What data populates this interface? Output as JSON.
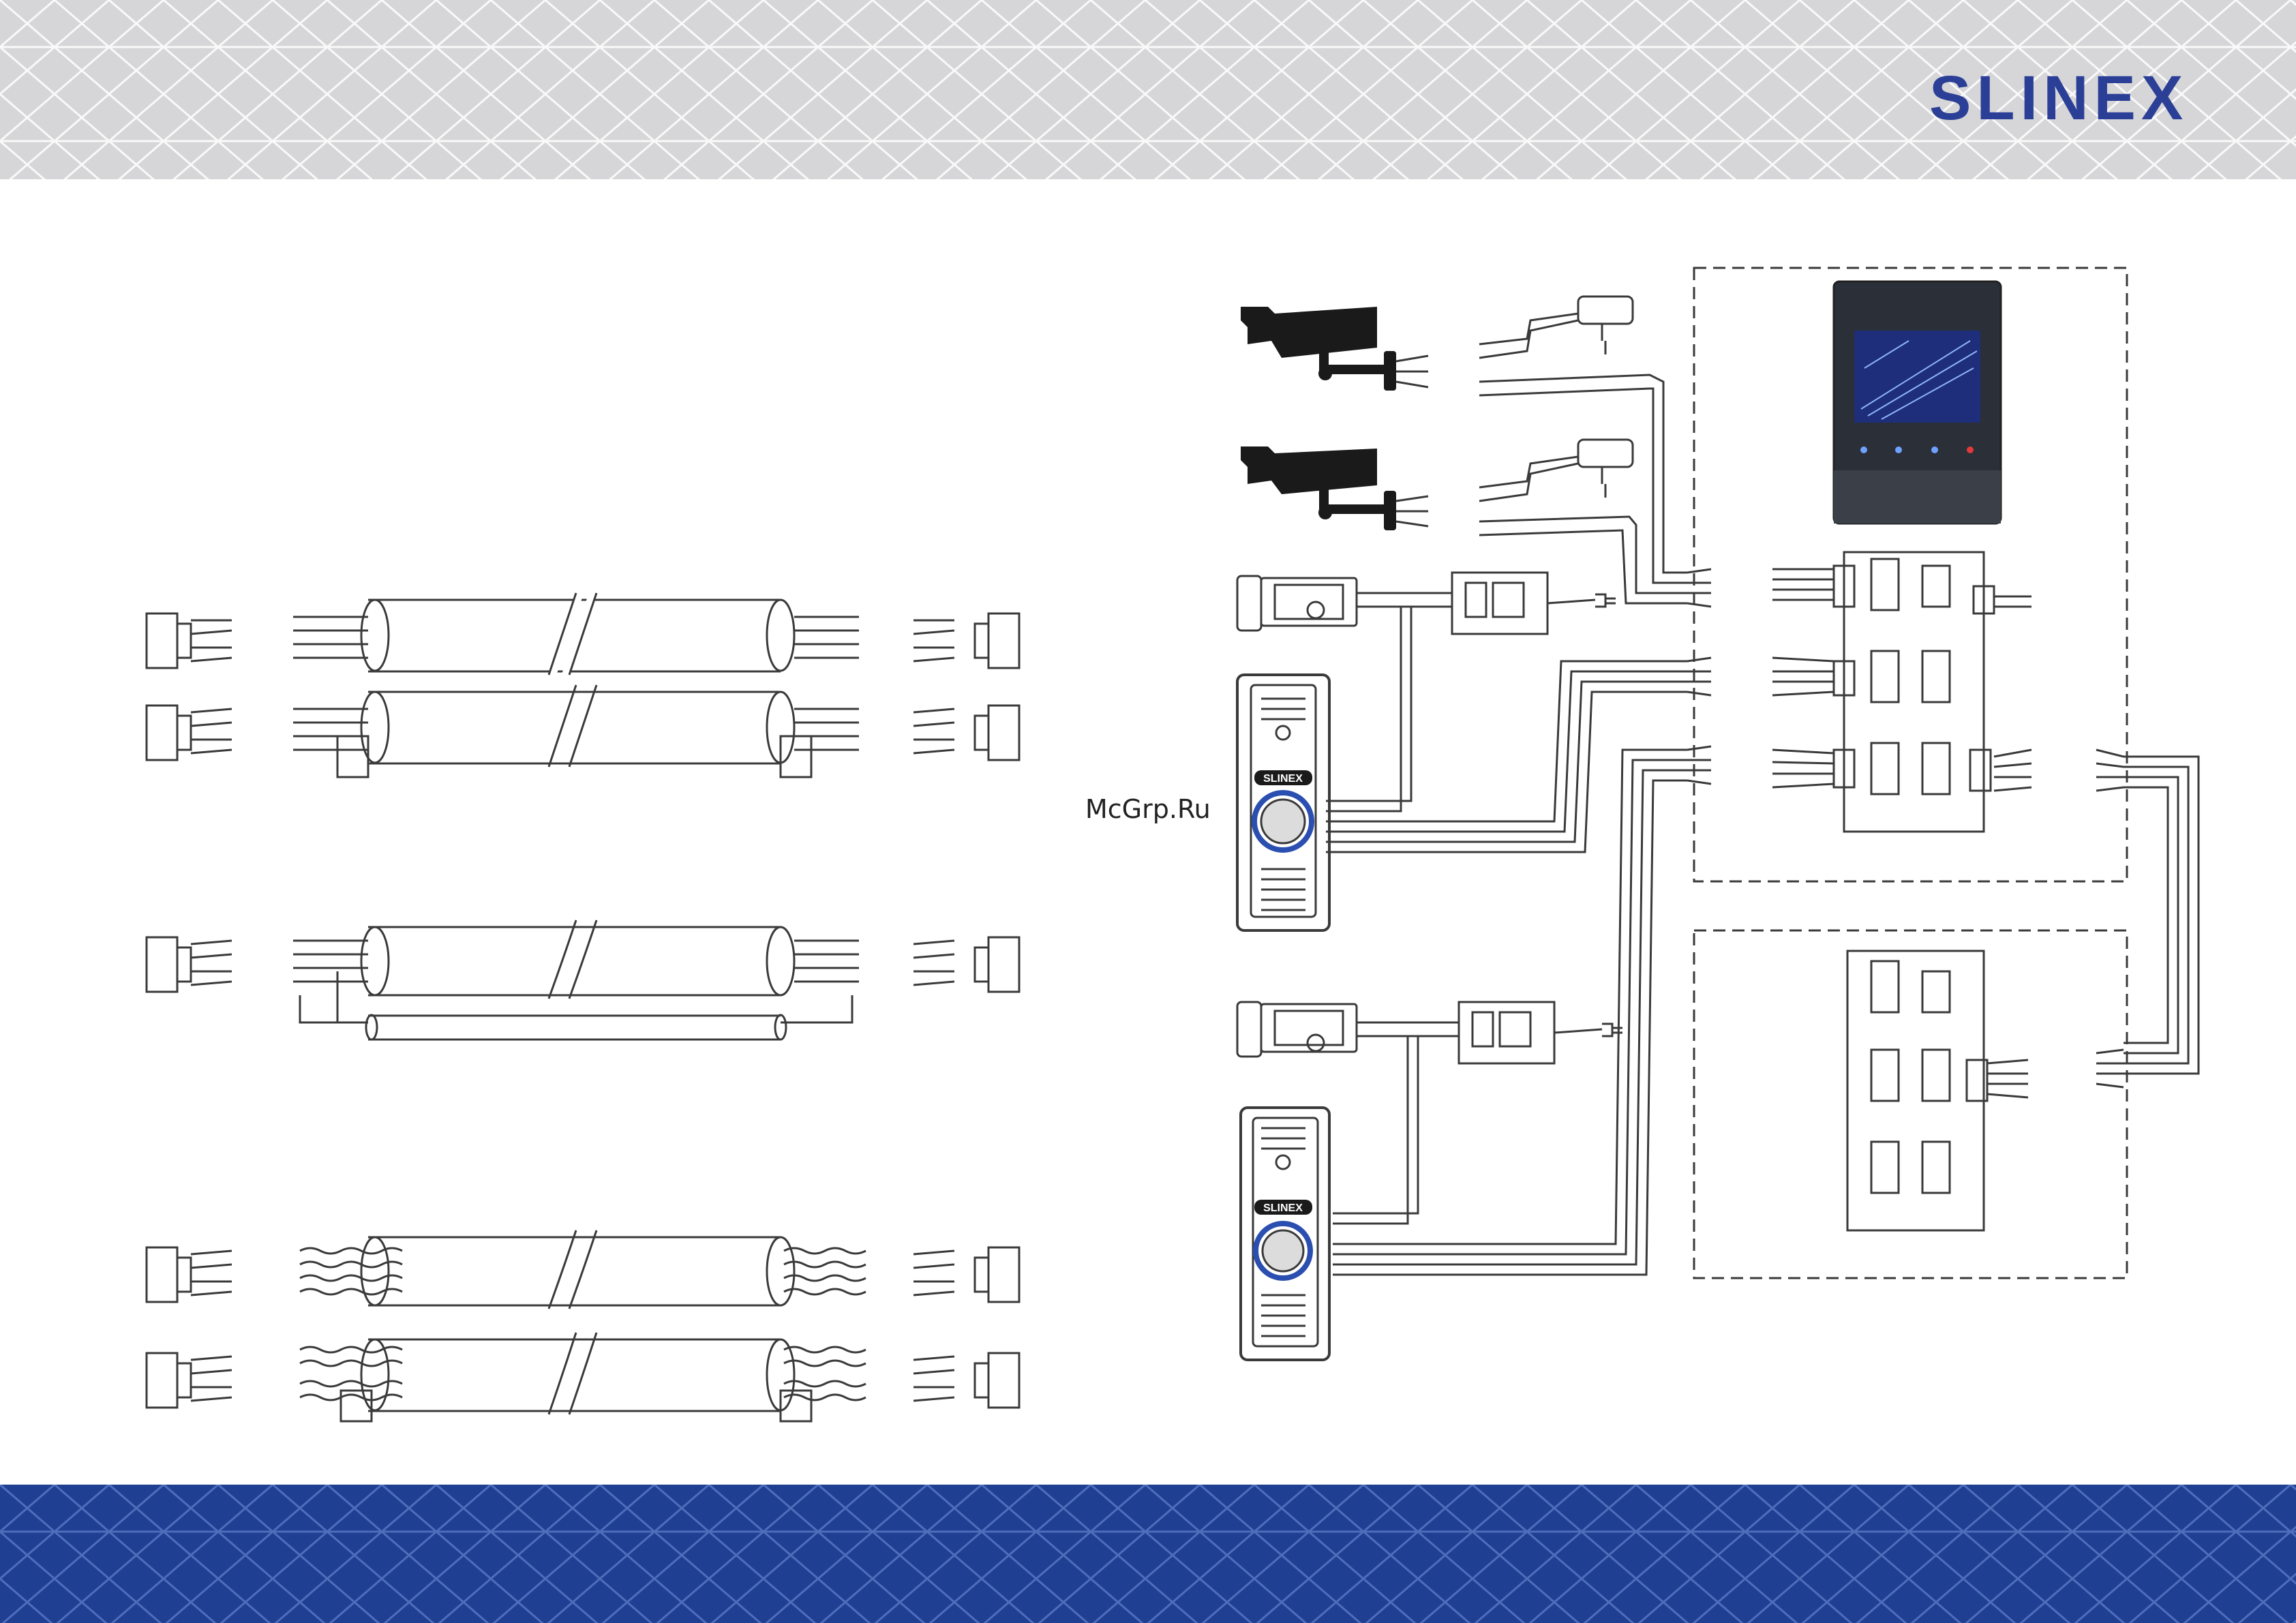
{
  "brand": {
    "logo_text": "SLINEX"
  },
  "watermark": "McGrp.Ru",
  "devices": {
    "panel_1_label": "SLINEX",
    "panel_2_label": "SLINEX"
  },
  "colors": {
    "header_bg": "#d6d6d8",
    "footer_bg": "#1f3f93",
    "brand_blue": "#2b3f97",
    "line": "#3a3a3a",
    "device_dark": "#1a1a1a"
  }
}
